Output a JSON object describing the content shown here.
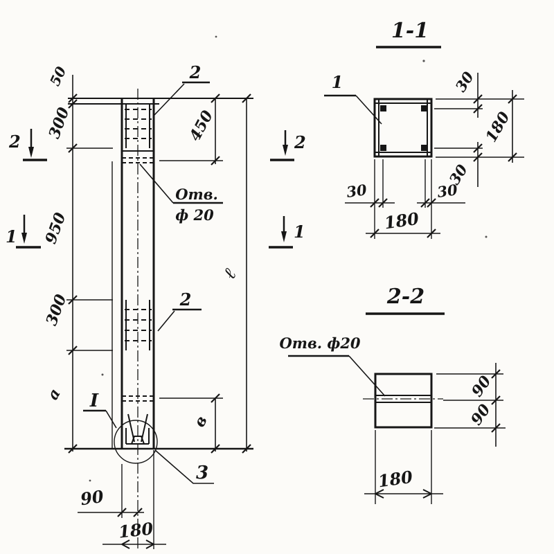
{
  "colors": {
    "paper": "#fcfbf8",
    "ink": "#161616"
  },
  "elevation": {
    "dim_chain": {
      "d50": "50",
      "d300_top": "300",
      "d950": "950",
      "d300_bot": "300",
      "d_a": "а"
    },
    "dim_450": "450",
    "dim_length": "ℓ",
    "dim_v": "в",
    "dim_90": "90",
    "dim_180": "180",
    "leader_top": "2",
    "leader_mid": "2",
    "leader_bottom": "3",
    "hole_label_line1": "Отв.",
    "hole_label_line2": "ф 20",
    "detail_mark": "I",
    "cut_2": "2",
    "cut_1": "1"
  },
  "section_1_1": {
    "title": "1-1",
    "bar_leader": "1",
    "dim_30_top": "30",
    "dim_180_right": "180",
    "dim_30_right": "30",
    "dim_30_bottom_left": "30",
    "dim_30_bottom_right": "30",
    "dim_180_bottom": "180"
  },
  "section_2_2": {
    "title": "2-2",
    "hole_label": "Отв. ф20",
    "dim_90_upper": "90",
    "dim_90_lower": "90",
    "dim_180_bottom": "180"
  }
}
